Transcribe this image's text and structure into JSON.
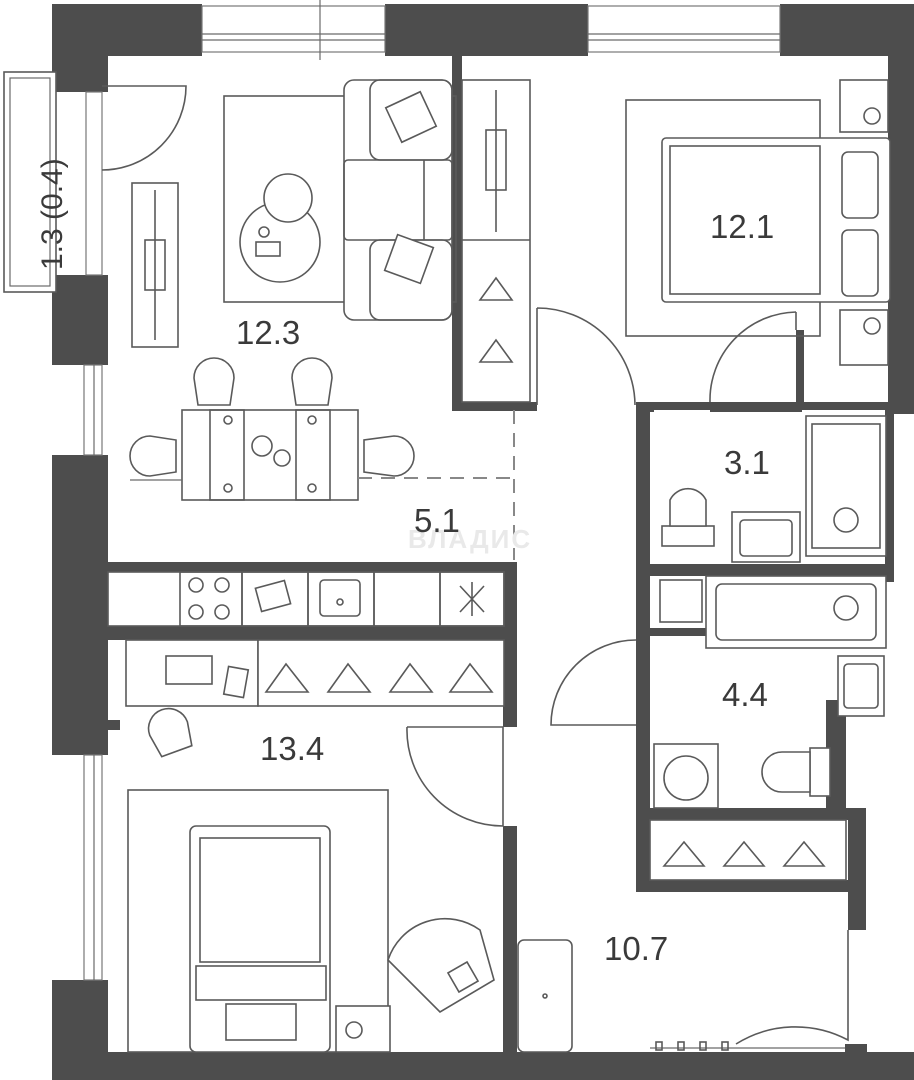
{
  "watermark": "ВЛАДИС",
  "balcony_label": "1.3 (0.4)",
  "rooms": {
    "living": "12.3",
    "bedroom": "12.1",
    "kitchen": "5.1",
    "wc_small": "3.1",
    "bathroom": "4.4",
    "bedroom2": "13.4",
    "hall": "10.7"
  },
  "colors": {
    "wall": "#4d4d4d",
    "text": "#3a3a3a",
    "line": "#5a5a5a"
  }
}
